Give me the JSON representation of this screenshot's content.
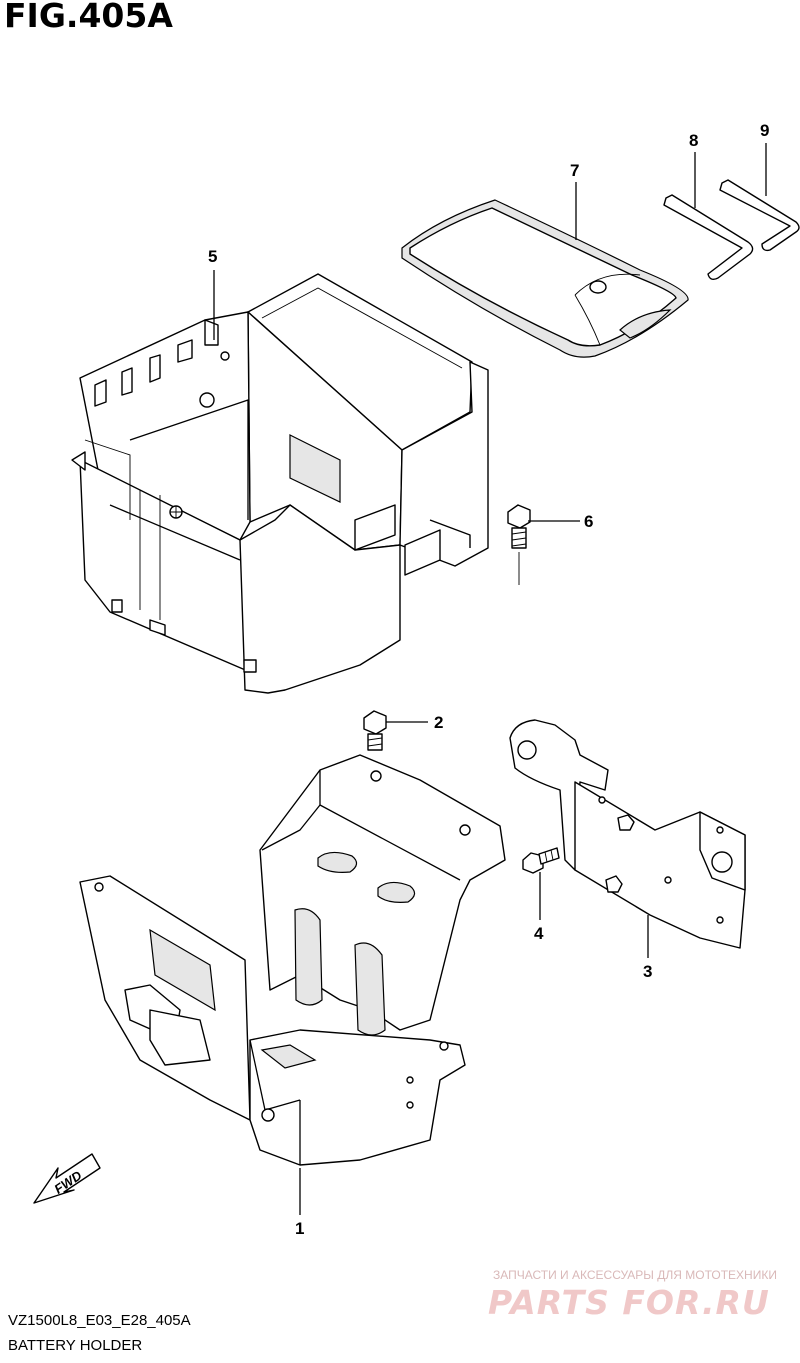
{
  "figure": {
    "title": "FIG.405A"
  },
  "callouts": [
    {
      "id": "c1",
      "label": "1"
    },
    {
      "id": "c2",
      "label": "2"
    },
    {
      "id": "c3",
      "label": "3"
    },
    {
      "id": "c4",
      "label": "4"
    },
    {
      "id": "c5",
      "label": "5"
    },
    {
      "id": "c6",
      "label": "6"
    },
    {
      "id": "c7",
      "label": "7"
    },
    {
      "id": "c8",
      "label": "8"
    },
    {
      "id": "c9",
      "label": "9"
    }
  ],
  "fwd_arrow": {
    "label": "FWD"
  },
  "footer": {
    "model_code": "VZ1500L8_E03_E28_405A",
    "caption": "BATTERY HOLDER"
  },
  "watermark": {
    "tagline": "ЗАПЧАСТИ И АКСЕССУАРЫ ДЛЯ МОТОТЕХНИКИ",
    "logo": "PARTS FOR.RU"
  }
}
